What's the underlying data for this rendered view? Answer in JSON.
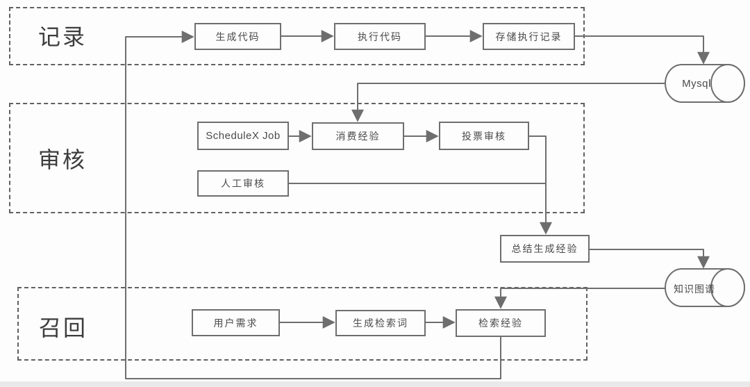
{
  "colors": {
    "background": "#fdfdfd",
    "line": "#6e6e6e",
    "node_border": "#6e6e6e",
    "node_text": "#4a4a4a",
    "section_label": "#3c3c3c",
    "footer_strip": "#e9e9e9"
  },
  "sections": {
    "record": {
      "label": "记录"
    },
    "review": {
      "label": "审核"
    },
    "recall": {
      "label": "召回"
    }
  },
  "nodes": {
    "gen_code": {
      "label": "生成代码"
    },
    "exec_code": {
      "label": "执行代码"
    },
    "store_record": {
      "label": "存储执行记录"
    },
    "schedulex_job": {
      "label": "ScheduleX Job"
    },
    "consume_exp": {
      "label": "消费经验"
    },
    "vote_review": {
      "label": "投票审核"
    },
    "manual_review": {
      "label": "人工审核"
    },
    "summarize_exp": {
      "label": "总结生成经验"
    },
    "user_demand": {
      "label": "用户需求"
    },
    "gen_query": {
      "label": "生成检索词"
    },
    "retrieve_exp": {
      "label": "检索经验"
    }
  },
  "datastores": {
    "mysql": {
      "label": "Mysql"
    },
    "knowledge_graph": {
      "label": "知识图谱"
    }
  },
  "edges": [
    {
      "from": "生成代码",
      "to": "执行代码"
    },
    {
      "from": "执行代码",
      "to": "存储执行记录"
    },
    {
      "from": "存储执行记录",
      "to": "Mysql"
    },
    {
      "from": "Mysql",
      "to": "消费经验"
    },
    {
      "from": "ScheduleX Job",
      "to": "消费经验"
    },
    {
      "from": "消费经验",
      "to": "投票审核"
    },
    {
      "from": "投票审核",
      "to": "总结生成经验"
    },
    {
      "from": "人工审核",
      "to": "总结生成经验"
    },
    {
      "from": "总结生成经验",
      "to": "知识图谱"
    },
    {
      "from": "知识图谱",
      "to": "检索经验"
    },
    {
      "from": "用户需求",
      "to": "生成检索词"
    },
    {
      "from": "生成检索词",
      "to": "检索经验"
    },
    {
      "from": "检索经验",
      "to": "生成代码"
    }
  ]
}
